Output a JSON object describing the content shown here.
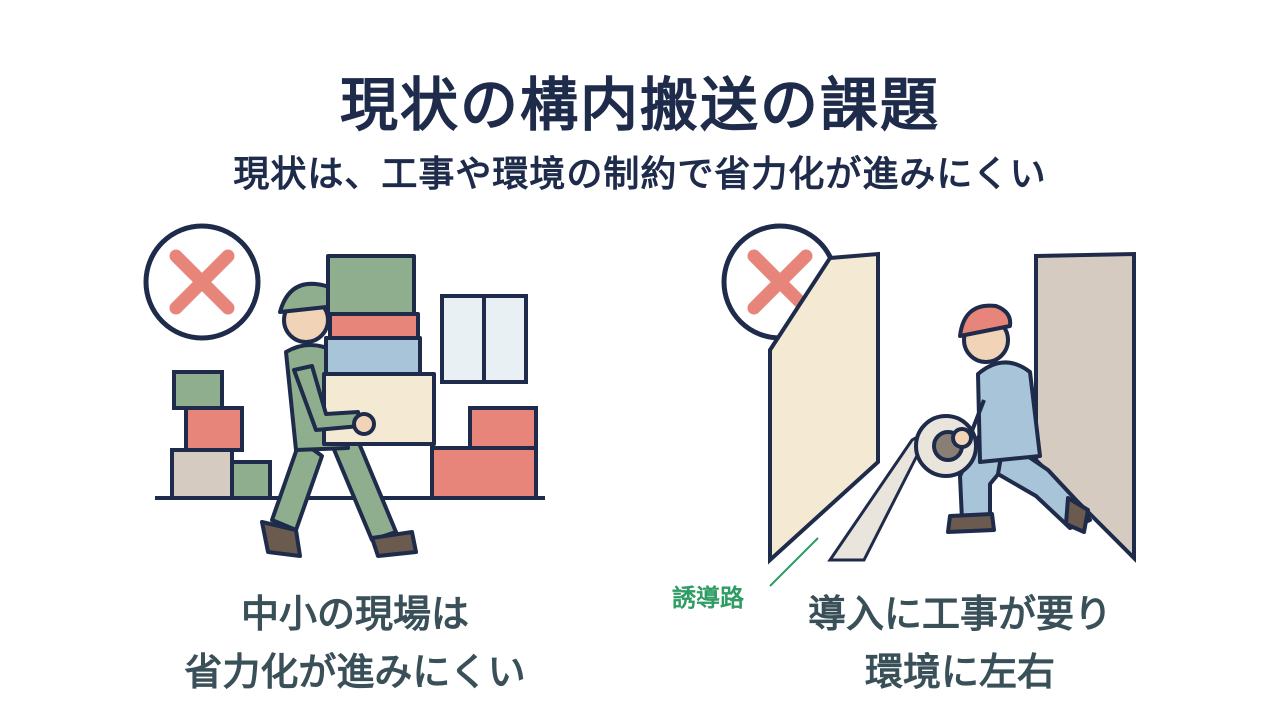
{
  "title": "現状の構内搬送の課題",
  "subtitle": "現状は、工事や環境の制約で省力化が進みにくい",
  "left_panel": {
    "caption_line1": "中小の現場は",
    "caption_line2": "省力化が進みにくい",
    "icon": "cross-mark-icon"
  },
  "right_panel": {
    "caption_line1": "導入に工事が要り",
    "caption_line2": "環境に左右",
    "callout_label": "誘導路",
    "icon": "cross-mark-icon"
  },
  "colors": {
    "title": "#1e2b4a",
    "caption": "#3a5058",
    "callout": "#2e9c63",
    "cross": "#e8857a"
  }
}
